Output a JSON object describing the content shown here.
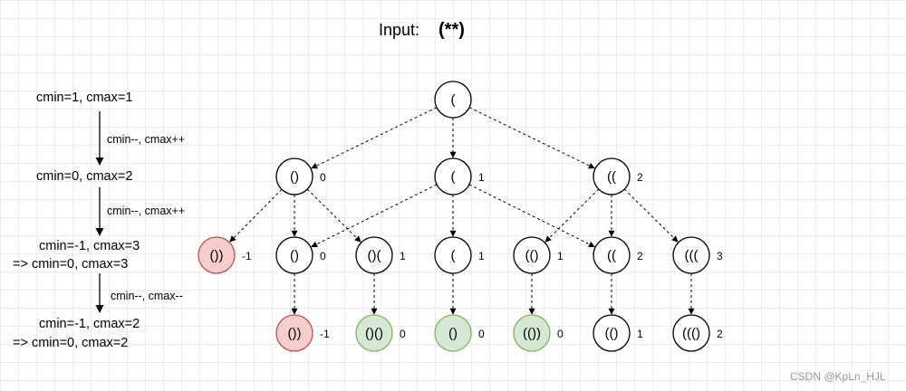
{
  "title": {
    "prefix": "Input:",
    "input": "(**)"
  },
  "watermark": "CSDN @KpLn_HJL",
  "left_panel": {
    "states": [
      "cmin=1, cmax=1",
      "cmin=0, cmax=2",
      "cmin=-1, cmax=3",
      "=> cmin=0,  cmax=3",
      "cmin=-1, cmax=2",
      "=> cmin=0,  cmax=2"
    ],
    "operations": [
      "cmin--, cmax++",
      "cmin--, cmax++",
      "cmin--, cmax--"
    ]
  },
  "colors": {
    "invalid": "#f8cecc",
    "invalid_border": "#b85450",
    "valid": "#d5e8d4",
    "valid_border": "#82b366",
    "default": "#ffffff",
    "default_border": "#000000"
  },
  "tree": {
    "nodes": [
      {
        "id": "root",
        "label": "(",
        "count": "",
        "status": "default"
      },
      {
        "id": "l1a",
        "label": "()",
        "count": "0",
        "status": "default"
      },
      {
        "id": "l1b",
        "label": "(",
        "count": "1",
        "status": "default"
      },
      {
        "id": "l1c",
        "label": "((",
        "count": "2",
        "status": "default"
      },
      {
        "id": "l2a",
        "label": "())",
        "count": "-1",
        "status": "invalid"
      },
      {
        "id": "l2b",
        "label": "()",
        "count": "0",
        "status": "default"
      },
      {
        "id": "l2c",
        "label": "()(",
        "count": "1",
        "status": "default"
      },
      {
        "id": "l2d",
        "label": "(",
        "count": "1",
        "status": "default"
      },
      {
        "id": "l2e",
        "label": "(()",
        "count": "1",
        "status": "default"
      },
      {
        "id": "l2f",
        "label": "((",
        "count": "2",
        "status": "default"
      },
      {
        "id": "l2g",
        "label": "(((",
        "count": "3",
        "status": "default"
      },
      {
        "id": "l3a",
        "label": "())",
        "count": "-1",
        "status": "invalid"
      },
      {
        "id": "l3b",
        "label": "()()",
        "count": "0",
        "status": "valid"
      },
      {
        "id": "l3c",
        "label": "()",
        "count": "0",
        "status": "valid"
      },
      {
        "id": "l3d",
        "label": "(())",
        "count": "0",
        "status": "valid"
      },
      {
        "id": "l3e",
        "label": "(()",
        "count": "1",
        "status": "default"
      },
      {
        "id": "l3f",
        "label": "((()",
        "count": "2",
        "status": "default"
      }
    ],
    "edges": [
      [
        "root",
        "l1a"
      ],
      [
        "root",
        "l1b"
      ],
      [
        "root",
        "l1c"
      ],
      [
        "l1a",
        "l2a"
      ],
      [
        "l1a",
        "l2b"
      ],
      [
        "l1a",
        "l2c"
      ],
      [
        "l1b",
        "l2b"
      ],
      [
        "l1b",
        "l2d"
      ],
      [
        "l1b",
        "l2f"
      ],
      [
        "l1c",
        "l2e"
      ],
      [
        "l1c",
        "l2f"
      ],
      [
        "l1c",
        "l2g"
      ],
      [
        "l2b",
        "l3a"
      ],
      [
        "l2c",
        "l3b"
      ],
      [
        "l2d",
        "l3c"
      ],
      [
        "l2e",
        "l3d"
      ],
      [
        "l2f",
        "l3e"
      ],
      [
        "l2g",
        "l3f"
      ]
    ]
  }
}
